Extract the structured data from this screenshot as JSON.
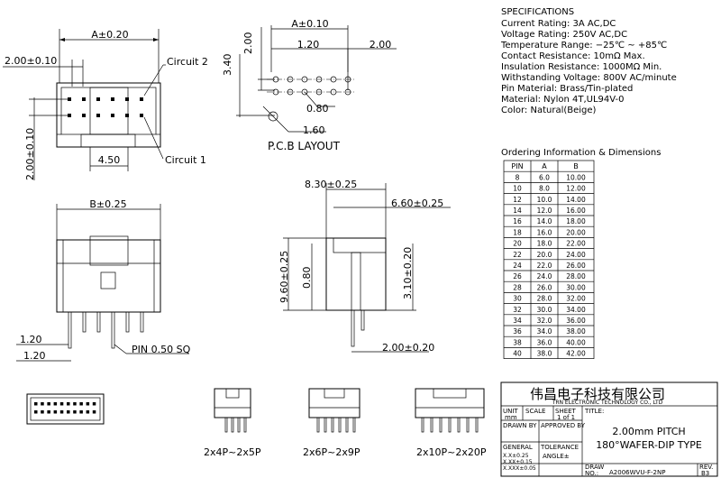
{
  "dims": {
    "a_top": "A±0.20",
    "pitch_left": "2.00±0.10",
    "circuit2": "Circuit 2",
    "circuit1": "Circuit 1",
    "vert_pitch": "2.00±0.10",
    "w450": "4.50",
    "a_pcb": "A±0.10",
    "d200v": "2.00",
    "d340": "3.40",
    "d120": "1.20",
    "d200h": "2.00",
    "d080": "0.80",
    "d160": "1.60",
    "b_front": "B±0.25",
    "d830": "8.30±0.25",
    "d660": "6.60±0.25",
    "d960": "9.60±0.25",
    "d080s": "0.80",
    "d310": "3.10±0.20",
    "d120a": "1.20",
    "d120b": "1.20",
    "pin_sq": "PIN 0.50 SQ",
    "d200s": "2.00±0.20"
  },
  "pcb_label": "P.C.B LAYOUT",
  "specs": {
    "title": "SPECIFICATIONS",
    "lines": [
      "Current Rating:  3A AC,DC",
      "Voltage Rating:  250V AC,DC",
      "Temperature Range:  −25℃ ~ +85℃",
      "Contact Resistance:  10mΩ Max.",
      "Insulation Resistance:  1000MΩ Min.",
      "Withstanding Voltage:  800V AC/minute",
      "Pin Material:  Brass/Tin-plated",
      "Material:  Nylon 4T,UL94V-0",
      "Color:  Natural(Beige)"
    ]
  },
  "ordering": {
    "title": "Ordering Information & Dimensions",
    "headers": [
      "PIN",
      "A",
      "B"
    ],
    "rows": [
      [
        "8",
        "6.0",
        "10.00"
      ],
      [
        "10",
        "8.0",
        "12.00"
      ],
      [
        "12",
        "10.0",
        "14.00"
      ],
      [
        "14",
        "12.0",
        "16.00"
      ],
      [
        "16",
        "14.0",
        "18.00"
      ],
      [
        "18",
        "16.0",
        "20.00"
      ],
      [
        "20",
        "18.0",
        "22.00"
      ],
      [
        "22",
        "20.0",
        "24.00"
      ],
      [
        "24",
        "22.0",
        "26.00"
      ],
      [
        "26",
        "24.0",
        "28.00"
      ],
      [
        "28",
        "26.0",
        "30.00"
      ],
      [
        "30",
        "28.0",
        "32.00"
      ],
      [
        "32",
        "30.0",
        "34.00"
      ],
      [
        "34",
        "32.0",
        "36.00"
      ],
      [
        "36",
        "34.0",
        "38.00"
      ],
      [
        "38",
        "36.0",
        "40.00"
      ],
      [
        "40",
        "38.0",
        "42.00"
      ]
    ]
  },
  "variants": [
    "2x4P~2x5P",
    "2x6P~2x9P",
    "2x10P~2x20P"
  ],
  "title_block": {
    "company_cn": "伟昌电子科技有限公司",
    "company_en": "TRN ELECTRONIC TECHNOLOGY CO., LTD",
    "unit_label": "UNIT",
    "unit_value": "mm",
    "scale_label": "SCALE",
    "sheet_label": "SHEET",
    "sheet_value": "1 of 1",
    "title_label": "TITLE:",
    "drawn_by": "DRAWN BY",
    "approved_by": "APPROVED BY",
    "title_line1": "2.00mm  PITCH",
    "title_line2": "180°WAFER-DIP  TYPE",
    "general": "GENERAL",
    "tolerance": "TOLERANCE",
    "tol1": "X.X±0.25",
    "tol2": "X.XX±0.15",
    "tol3": "X.XXX±0.05",
    "angle": "ANGLE±",
    "draw_label": "DRAW",
    "no_label": "NO.:",
    "draw_no": "A2006WVU-F-2NP",
    "rev_label": "REV.",
    "rev_value": "B3"
  }
}
